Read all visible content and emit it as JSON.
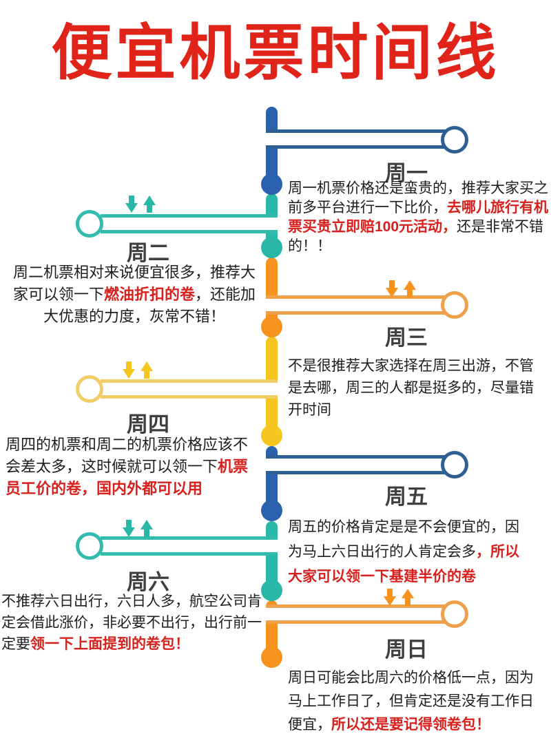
{
  "title": "便宜机票时间线",
  "colors": {
    "title_red": "#e0241a",
    "emphasis_red": "#d8201d",
    "blue": "#2a62ae",
    "teal": "#29b8a8",
    "orange": "#f6921e",
    "yellow": "#f7c51f",
    "day_label_gray": "#3f3f3f"
  },
  "icons": {
    "price_fluctuation": "arrow-down + arrow-up"
  },
  "days": [
    {
      "label": "周一",
      "side": "right",
      "color": "blue",
      "price_arrows": false,
      "parts": {
        "pre": "周一机票价格还是蛮贵的，推荐大家买之前多平台进行一下比价，",
        "em": "去哪儿旅行有机票买贵立即赔100元活动，",
        "post": "还是非常不错的！！"
      }
    },
    {
      "label": "周二",
      "side": "left",
      "color": "teal",
      "price_arrows": true,
      "parts": {
        "pre": "周二机票相对来说便宜很多，推荐大家可以领一下",
        "em": "燃油折扣的卷",
        "post": "，还能加大优惠的力度，灰常不错！"
      }
    },
    {
      "label": "周三",
      "side": "right",
      "color": "orange",
      "price_arrows": true,
      "parts": {
        "pre": "不是很推荐大家选择在周三出游，不管是去哪，周三的人都是挺多的，尽量错开时间",
        "em": "",
        "post": ""
      }
    },
    {
      "label": "周四",
      "side": "left",
      "color": "yellow",
      "price_arrows": true,
      "parts": {
        "pre": "周四的机票和周二的机票价格应该不会差太多，这时候就可以领一下",
        "em": "机票员工价的卷，国内外都可以用",
        "post": ""
      }
    },
    {
      "label": "周五",
      "side": "right",
      "color": "blue",
      "price_arrows": false,
      "parts": {
        "pre": "周五的价格肯定是是不会便宜的，因为马上六日出行的人肯定会多",
        "em": "，所以大家可以领一下基建半价的卷",
        "post": ""
      }
    },
    {
      "label": "周六",
      "side": "left",
      "color": "teal",
      "price_arrows": true,
      "parts": {
        "pre": "不推荐六日出行，六日人多，航空公司肯定会借此涨价，非必要不出行，出行前一定要",
        "em": "领一下上面提到的卷包！",
        "post": ""
      }
    },
    {
      "label": "周日",
      "side": "right",
      "color": "orange",
      "price_arrows": true,
      "parts": {
        "pre": "周日可能会比周六的价格低一点，因为马上工作日了，但肯定还是没有工作日便宜，",
        "em": "所以还是要记得领卷包！",
        "post": ""
      }
    }
  ]
}
